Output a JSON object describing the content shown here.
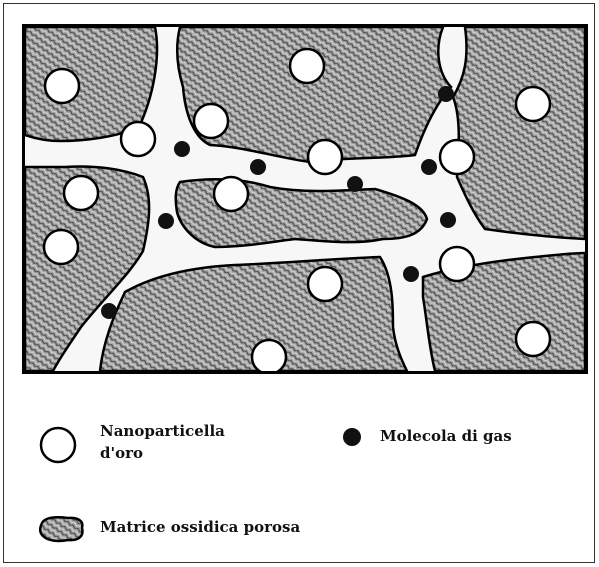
{
  "legend": {
    "nanoparticle": {
      "line1": "Nanoparticella",
      "line2": "d'oro",
      "icon": "white-circle-icon"
    },
    "gas": {
      "label": "Molecola di gas",
      "icon": "black-dot-icon"
    },
    "matrix": {
      "label": "Matrice ossidica porosa",
      "icon": "hatched-blob-icon"
    }
  },
  "colors": {
    "matrix_fill": "#9a9a9a",
    "channel": "#f7f7f7",
    "particle_fill": "#ffffff",
    "gas_fill": "#111111",
    "outline": "#000000"
  }
}
